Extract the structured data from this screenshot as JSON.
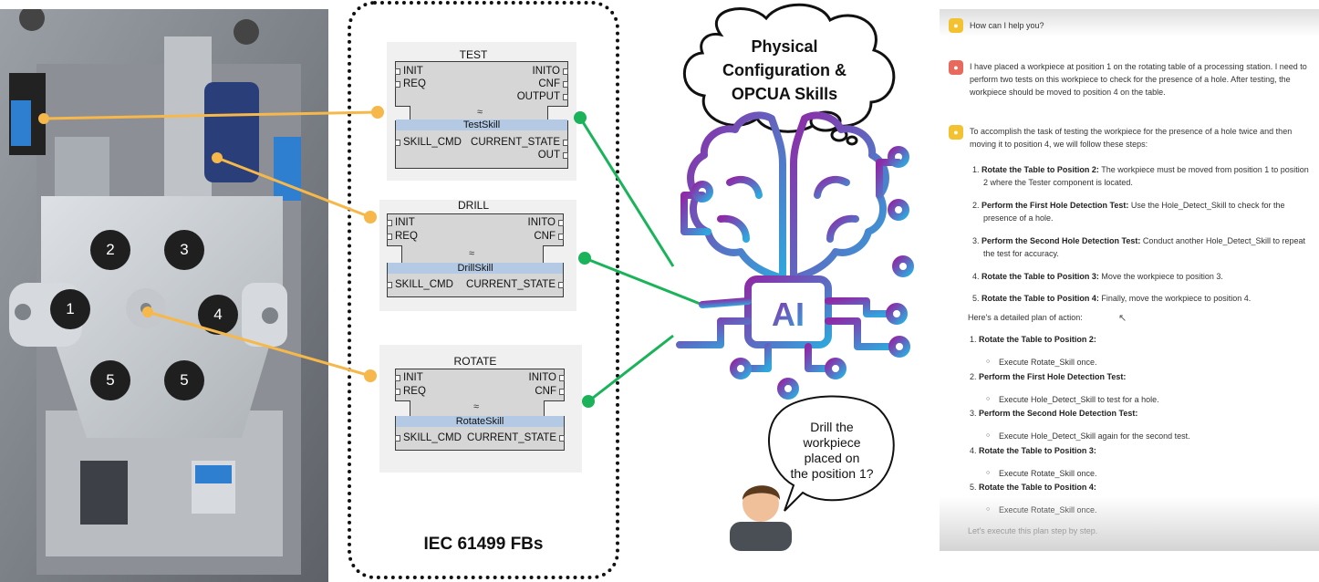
{
  "photo": {
    "positions": [
      "1",
      "2",
      "3",
      "4",
      "5",
      "5"
    ]
  },
  "fb_panel": {
    "caption": "IEC 61499 FBs",
    "blocks": [
      {
        "title": "TEST",
        "type": "TestSkill",
        "left_events": [
          "INIT",
          "REQ"
        ],
        "right_events": [
          "INITO",
          "CNF",
          "OUTPUT"
        ],
        "left_data": [
          "SKILL_CMD"
        ],
        "right_data": [
          "CURRENT_STATE",
          "OUT"
        ]
      },
      {
        "title": "DRILL",
        "type": "DrillSkill",
        "left_events": [
          "INIT",
          "REQ"
        ],
        "right_events": [
          "INITO",
          "CNF"
        ],
        "left_data": [
          "SKILL_CMD"
        ],
        "right_data": [
          "CURRENT_STATE"
        ]
      },
      {
        "title": "ROTATE",
        "type": "RotateSkill",
        "left_events": [
          "INIT",
          "REQ"
        ],
        "right_events": [
          "INITO",
          "CNF"
        ],
        "left_data": [
          "SKILL_CMD"
        ],
        "right_data": [
          "CURRENT_STATE"
        ]
      }
    ]
  },
  "ai_panel": {
    "thought_cloud_lines": [
      "Physical",
      "Configuration &",
      "OPCUA Skills"
    ],
    "chip_label": "AI",
    "user_bubble_lines": [
      "Drill the",
      "workpiece",
      "placed on",
      "the position 1?"
    ],
    "connector_colors": {
      "photo_to_fb": "#f6b84a",
      "fb_to_ai": "#1ab35a"
    },
    "brain_gradient": [
      "#8e2aa6",
      "#2fa7dd"
    ]
  },
  "chat": {
    "greeting": "How can I help you?",
    "user_message": "I have placed a workpiece at position 1 on the rotating table of a processing station. I need to perform two tests on this workpiece to check for the presence of a hole. After testing, the workpiece should be moved to position 4 on the table.",
    "answer_intro": "To accomplish the task of testing the workpiece for the presence of a hole twice and then moving it to position 4, we will follow these steps:",
    "steps": [
      {
        "num": "1.",
        "title": "Rotate the Table to Position 2:",
        "text": "The workpiece must be moved from position 1 to position 2 where the Tester component is located."
      },
      {
        "num": "2.",
        "title": "Perform the First Hole Detection Test:",
        "text": "Use the Hole_Detect_Skill to check for the presence of a hole."
      },
      {
        "num": "3.",
        "title": "Perform the Second Hole Detection Test:",
        "text": "Conduct another Hole_Detect_Skill to repeat the test for accuracy."
      },
      {
        "num": "4.",
        "title": "Rotate the Table to Position 3:",
        "text": "Move the workpiece to position 3."
      },
      {
        "num": "5.",
        "title": "Rotate the Table to Position 4:",
        "text": "Finally, move the workpiece to position 4."
      }
    ],
    "plan_heading": "Here's a detailed plan of action:",
    "plan": [
      {
        "num": "1.",
        "title": "Rotate the Table to Position 2:",
        "sub": "Execute Rotate_Skill once."
      },
      {
        "num": "2.",
        "title": "Perform the First Hole Detection Test:",
        "sub": "Execute Hole_Detect_Skill to test for a hole."
      },
      {
        "num": "3.",
        "title": "Perform the Second Hole Detection Test:",
        "sub": "Execute Hole_Detect_Skill again for the second test."
      },
      {
        "num": "4.",
        "title": "Rotate the Table to Position 3:",
        "sub": "Execute Rotate_Skill once."
      },
      {
        "num": "5.",
        "title": "Rotate the Table to Position 4:",
        "sub": "Execute Rotate_Skill once."
      }
    ],
    "closing": "Let's execute this plan step by step."
  }
}
